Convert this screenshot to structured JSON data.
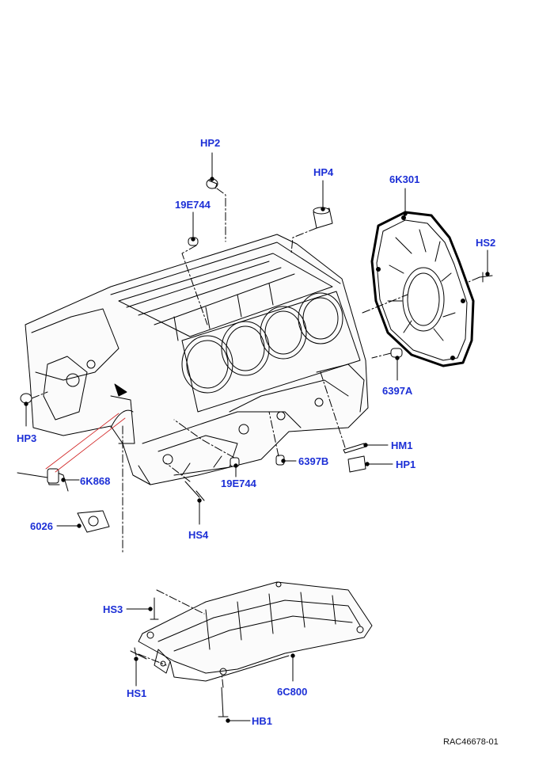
{
  "colors": {
    "callout": "#1c2fd6",
    "line": "#000000",
    "leader": "#d02020",
    "reference": "#111111"
  },
  "callouts": {
    "HP2": "HP2",
    "HP4": "HP4",
    "19E744_top": "19E744",
    "6K301": "6K301",
    "HS2": "HS2",
    "6397A": "6397A",
    "HP3": "HP3",
    "HM1": "HM1",
    "HP1": "HP1",
    "6397B": "6397B",
    "19E744_bottom": "19E744",
    "6K868": "6K868",
    "6026": "6026",
    "HS4": "HS4",
    "HS3": "HS3",
    "HS1": "HS1",
    "6C800": "6C800",
    "HB1": "HB1"
  },
  "reference": "RAC46678-01"
}
